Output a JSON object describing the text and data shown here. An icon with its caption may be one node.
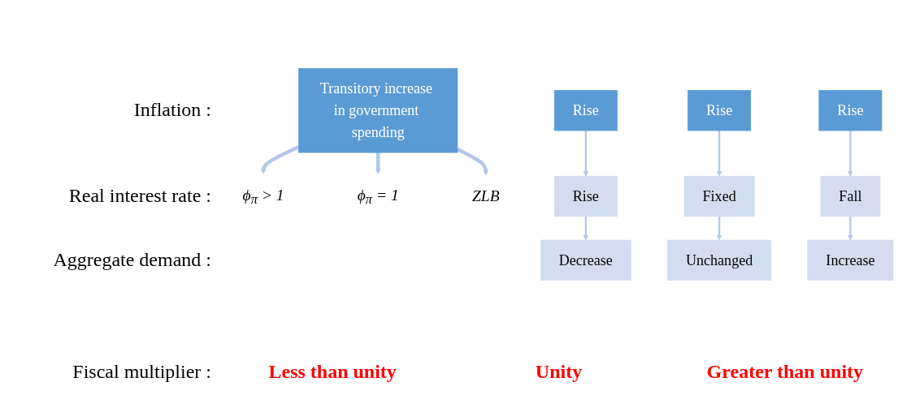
{
  "diagram": {
    "nodes": [
      {
        "text": [
          "Transitory increase in government spending"
        ]
      },
      {
        "text": [
          "ϕ$_{π}$ > 1"
        ]
      },
      {
        "text": [
          "ϕ$_{π}$ = 1"
        ]
      },
      {
        "text": [
          "ZLB"
        ]
      },
      {
        "text": [
          "Rise"
        ]
      },
      {
        "text": [
          "Rise"
        ]
      },
      {
        "text": [
          "Rise"
        ]
      },
      {
        "text": [
          "Rise"
        ]
      },
      {
        "text": [
          "Fixed"
        ]
      },
      {
        "text": [
          "Fall"
        ]
      },
      {
        "text": [
          "Decrease"
        ]
      },
      {
        "text": [
          "Unchanged"
        ]
      },
      {
        "text": [
          "Increase"
        ]
      }
    ],
    "edges": [
      {
        "from": 0,
        "to": 1,
        "arrow": "to",
        "style": "thick"
      },
      {
        "from": 0,
        "to": 2,
        "arrow": "to",
        "style": "thick"
      },
      {
        "from": 0,
        "to": 3,
        "arrow": "to",
        "style": "thick"
      },
      {
        "from": 4,
        "to": 7,
        "arrow": "to"
      },
      {
        "from": 7,
        "to": 10,
        "arrow": "to"
      },
      {
        "from": 5,
        "to": 8,
        "arrow": "to"
      },
      {
        "from": 8,
        "to": 11,
        "arrow": "to"
      },
      {
        "from": 6,
        "to": 9,
        "arrow": "to"
      },
      {
        "from": 9,
        "to": 12,
        "arrow": "to"
      }
    ],
    "labels": [
      "Inflation :",
      "Real interest rate :",
      "Aggregate demand :",
      "Fiscal multiplier :",
      "Less than unity",
      "Unity",
      "Greater than unity"
    ]
  }
}
